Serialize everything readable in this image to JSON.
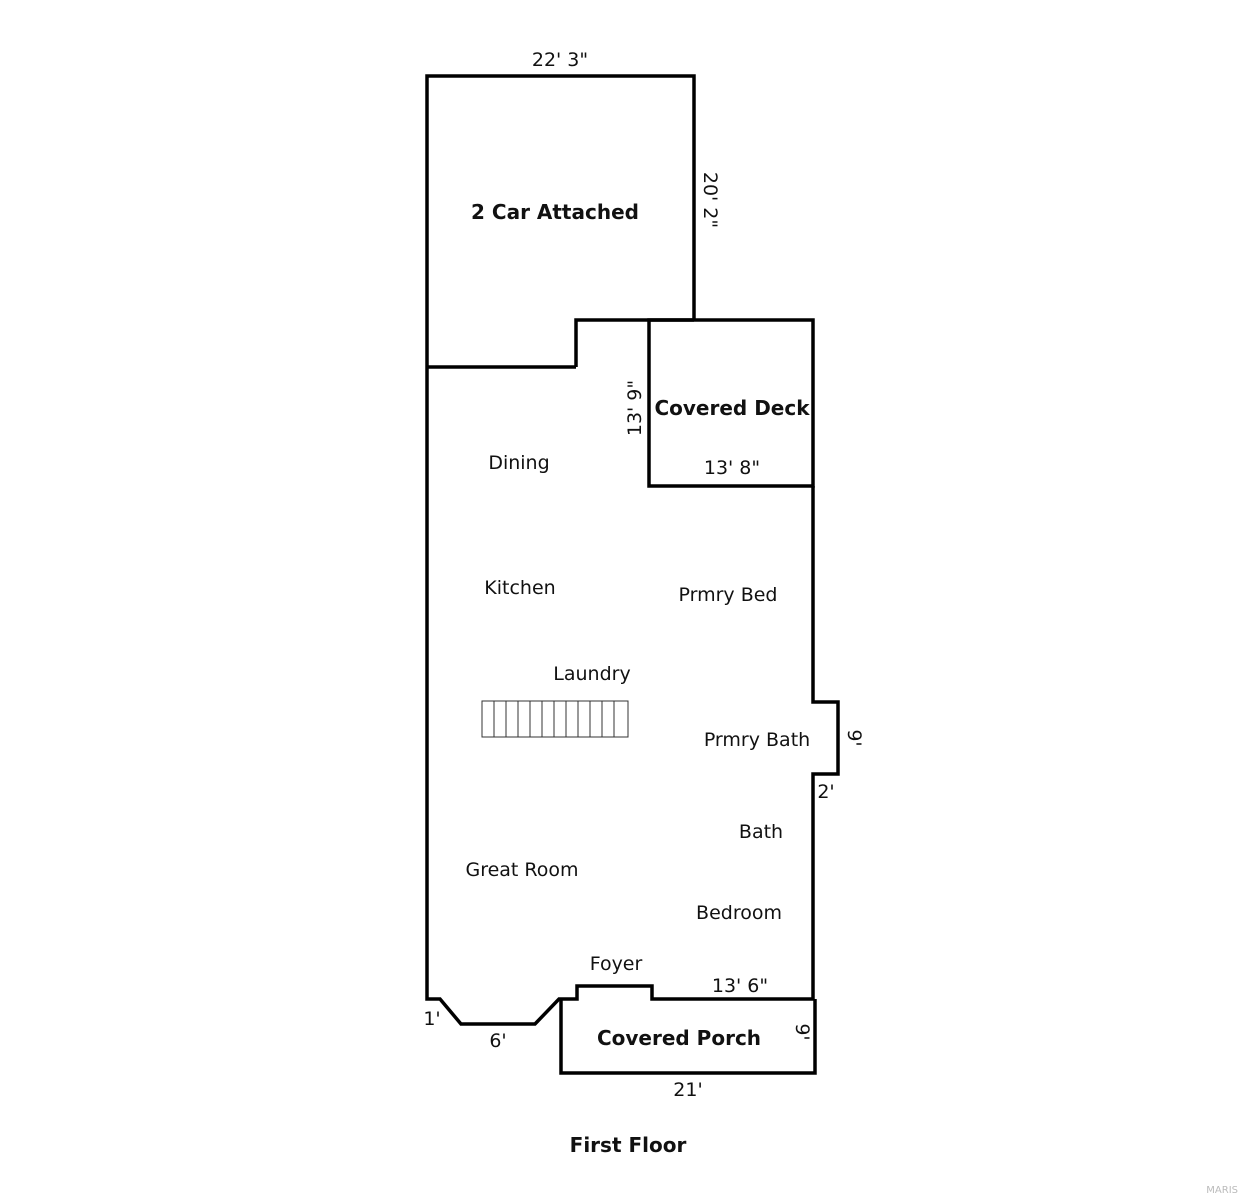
{
  "plan": {
    "title": "First Floor",
    "watermark": "MARIS",
    "rooms": {
      "garage": "2 Car Attached",
      "covered_deck": "Covered Deck",
      "dining": "Dining",
      "kitchen": "Kitchen",
      "laundry": "Laundry",
      "primary_bed": "Prmry Bed",
      "primary_bath": "Prmry Bath",
      "bath": "Bath",
      "great_room": "Great Room",
      "bedroom": "Bedroom",
      "foyer": "Foyer",
      "covered_porch": "Covered Porch"
    },
    "dimensions": {
      "garage_width": "22' 3\"",
      "garage_depth": "20' 2\"",
      "deck_depth": "13' 9\"",
      "deck_width": "13' 8\"",
      "bay_depth": "9'",
      "bay_offset": "2'",
      "front_width": "13' 6\"",
      "corner": "1'",
      "bay_front": "6'",
      "porch_depth": "9'",
      "porch_width": "21'"
    }
  }
}
